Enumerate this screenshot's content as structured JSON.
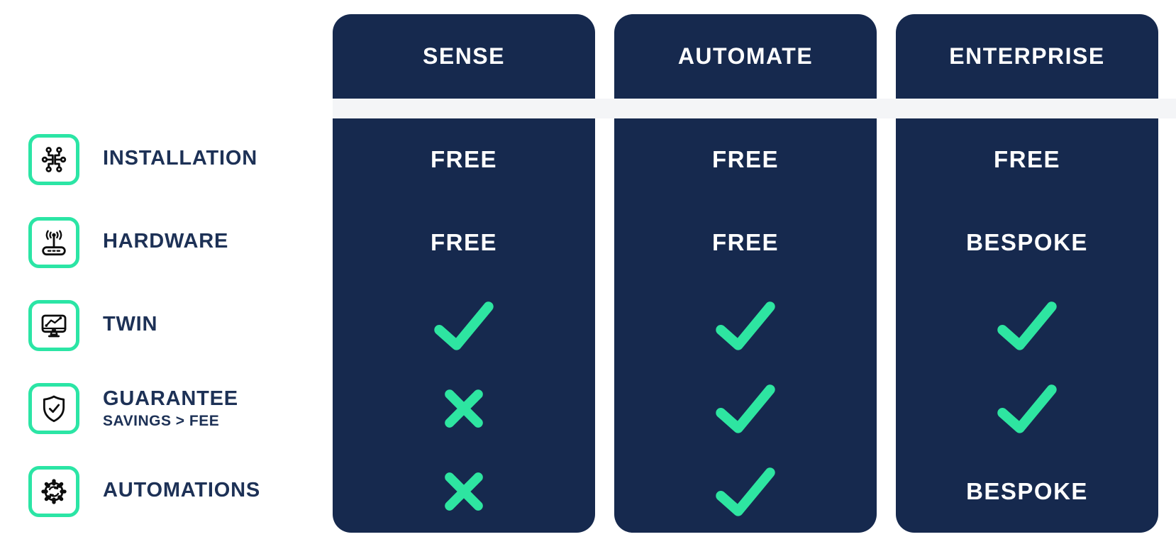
{
  "colors": {
    "navy": "#16294e",
    "accent_green": "#2ee5a1",
    "icon_border_green": "#2be5a5",
    "band_gray": "#f4f5f7",
    "label_navy": "#1d3156"
  },
  "chart_data": {
    "type": "table",
    "features": [
      {
        "label": "INSTALLATION",
        "sublabel": "",
        "icon": "network-nodes-icon"
      },
      {
        "label": "HARDWARE",
        "sublabel": "",
        "icon": "router-antenna-icon"
      },
      {
        "label": "TWIN",
        "sublabel": "",
        "icon": "monitor-chart-icon"
      },
      {
        "label": "GUARANTEE",
        "sublabel": "SAVINGS > FEE",
        "icon": "shield-check-icon"
      },
      {
        "label": "AUTOMATIONS",
        "sublabel": "",
        "icon": "gear-sync-icon"
      }
    ],
    "series": [
      {
        "name": "SENSE",
        "cells": [
          {
            "type": "text",
            "value": "FREE"
          },
          {
            "type": "text",
            "value": "FREE"
          },
          {
            "type": "check",
            "value": ""
          },
          {
            "type": "cross",
            "value": ""
          },
          {
            "type": "cross",
            "value": ""
          }
        ]
      },
      {
        "name": "AUTOMATE",
        "cells": [
          {
            "type": "text",
            "value": "FREE"
          },
          {
            "type": "text",
            "value": "FREE"
          },
          {
            "type": "check",
            "value": ""
          },
          {
            "type": "check",
            "value": ""
          },
          {
            "type": "check",
            "value": ""
          }
        ]
      },
      {
        "name": "ENTERPRISE",
        "cells": [
          {
            "type": "text",
            "value": "FREE"
          },
          {
            "type": "text",
            "value": "BESPOKE"
          },
          {
            "type": "check",
            "value": ""
          },
          {
            "type": "check",
            "value": ""
          },
          {
            "type": "text",
            "value": "BESPOKE"
          }
        ]
      }
    ]
  }
}
